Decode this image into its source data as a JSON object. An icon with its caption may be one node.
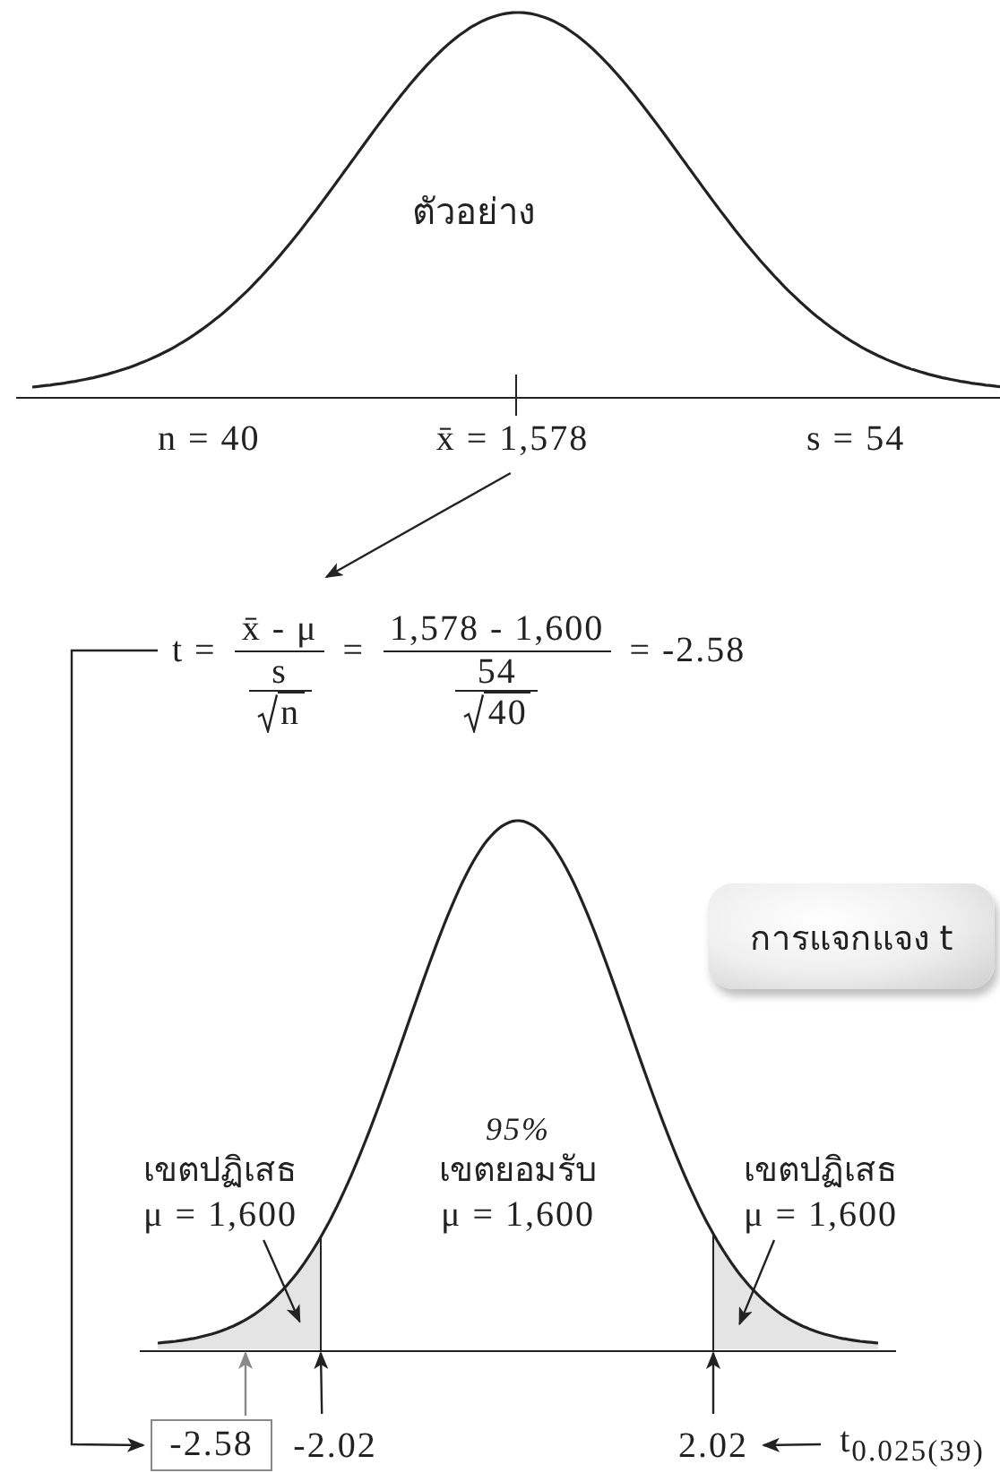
{
  "diagram": {
    "nodes": [
      {
        "text": [
          "x̄ = 1,578"
        ]
      },
      {
        "text": [
          "t =",
          "x̄ - μ",
          "s",
          "n",
          "=",
          "1,578 - 1,600",
          "54",
          "40",
          "= -2.58"
        ]
      },
      {
        "text": [
          "เขตปฏิเสธ",
          "μ = 1,600"
        ]
      },
      {
        "text": [
          "95%",
          "เขตยอมรับ",
          "μ = 1,600"
        ]
      },
      {
        "text": [
          "เขตปฏิเสธ",
          "μ = 1,600"
        ]
      },
      {
        "text": [],
        "shape": "picture"
      },
      {
        "text": [],
        "shape": "picture"
      },
      {
        "text": [
          "-2.58"
        ]
      },
      {
        "text": [
          "-2.02"
        ]
      },
      {
        "text": [
          "2.02"
        ]
      },
      {
        "text": [
          "t$_{0.025(39)}$"
        ]
      },
      {
        "text": [
          "การแจกแจง t"
        ]
      }
    ],
    "edges": [
      {
        "from": 0,
        "to": 1,
        "arrow": "to"
      },
      {
        "from": 1,
        "to": 7,
        "arrow": "to"
      },
      {
        "from": 2,
        "to": 5,
        "arrow": "to"
      },
      {
        "from": 4,
        "to": 6,
        "arrow": "to"
      },
      {
        "from": 7,
        "to": 5,
        "arrow": "to",
        "color": "#888888"
      },
      {
        "from": 8,
        "to": 5,
        "arrow": "to"
      },
      {
        "from": 9,
        "to": 6,
        "arrow": "to"
      },
      {
        "from": 10,
        "to": 9,
        "arrow": "to"
      }
    ],
    "labels": [
      "ตัวอย่าง",
      "n = 40",
      "s = 54"
    ]
  }
}
